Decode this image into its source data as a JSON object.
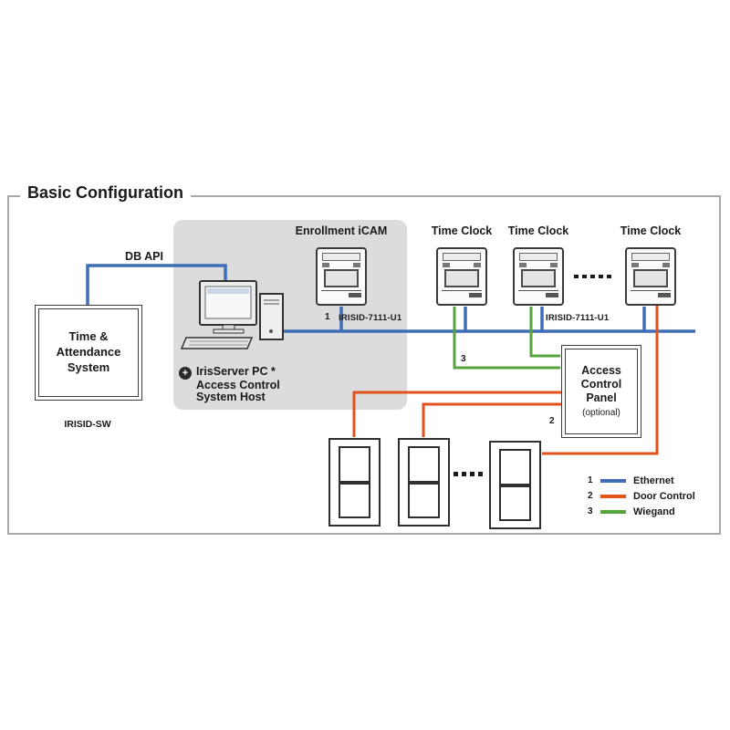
{
  "title": "Basic Configuration",
  "colors": {
    "ethernet": "#3f6db6",
    "door": "#e2521c",
    "wiegand": "#55a53c",
    "shade": "#dcdcdc",
    "frame": "#a9a9a9"
  },
  "labels": {
    "db_api": "DB API",
    "enrollment_icam": "Enrollment iCAM",
    "time_clock_1": "Time Clock",
    "time_clock_2": "Time Clock",
    "time_clock_3": "Time Clock",
    "irisid_model_left": "IRISID-7111-U1",
    "irisid_model_right": "IRISID-7111-U1",
    "taS": [
      "Time &",
      "Attendance",
      "System"
    ],
    "taS_caption": "IRISID-SW",
    "server_title": "IrisServer PC *",
    "server_sub1": "Access Control",
    "server_sub2": "System Host",
    "plus": "+",
    "acp1": "Access",
    "acp2": "Control",
    "acp3": "Panel",
    "acp_optional": "(optional)"
  },
  "markers": {
    "ethernet": "1",
    "door": "2",
    "wiegand": "3"
  },
  "legend": [
    {
      "num": "1",
      "label": "Ethernet"
    },
    {
      "num": "2",
      "label": "Door Control"
    },
    {
      "num": "3",
      "label": "Wiegand"
    }
  ]
}
